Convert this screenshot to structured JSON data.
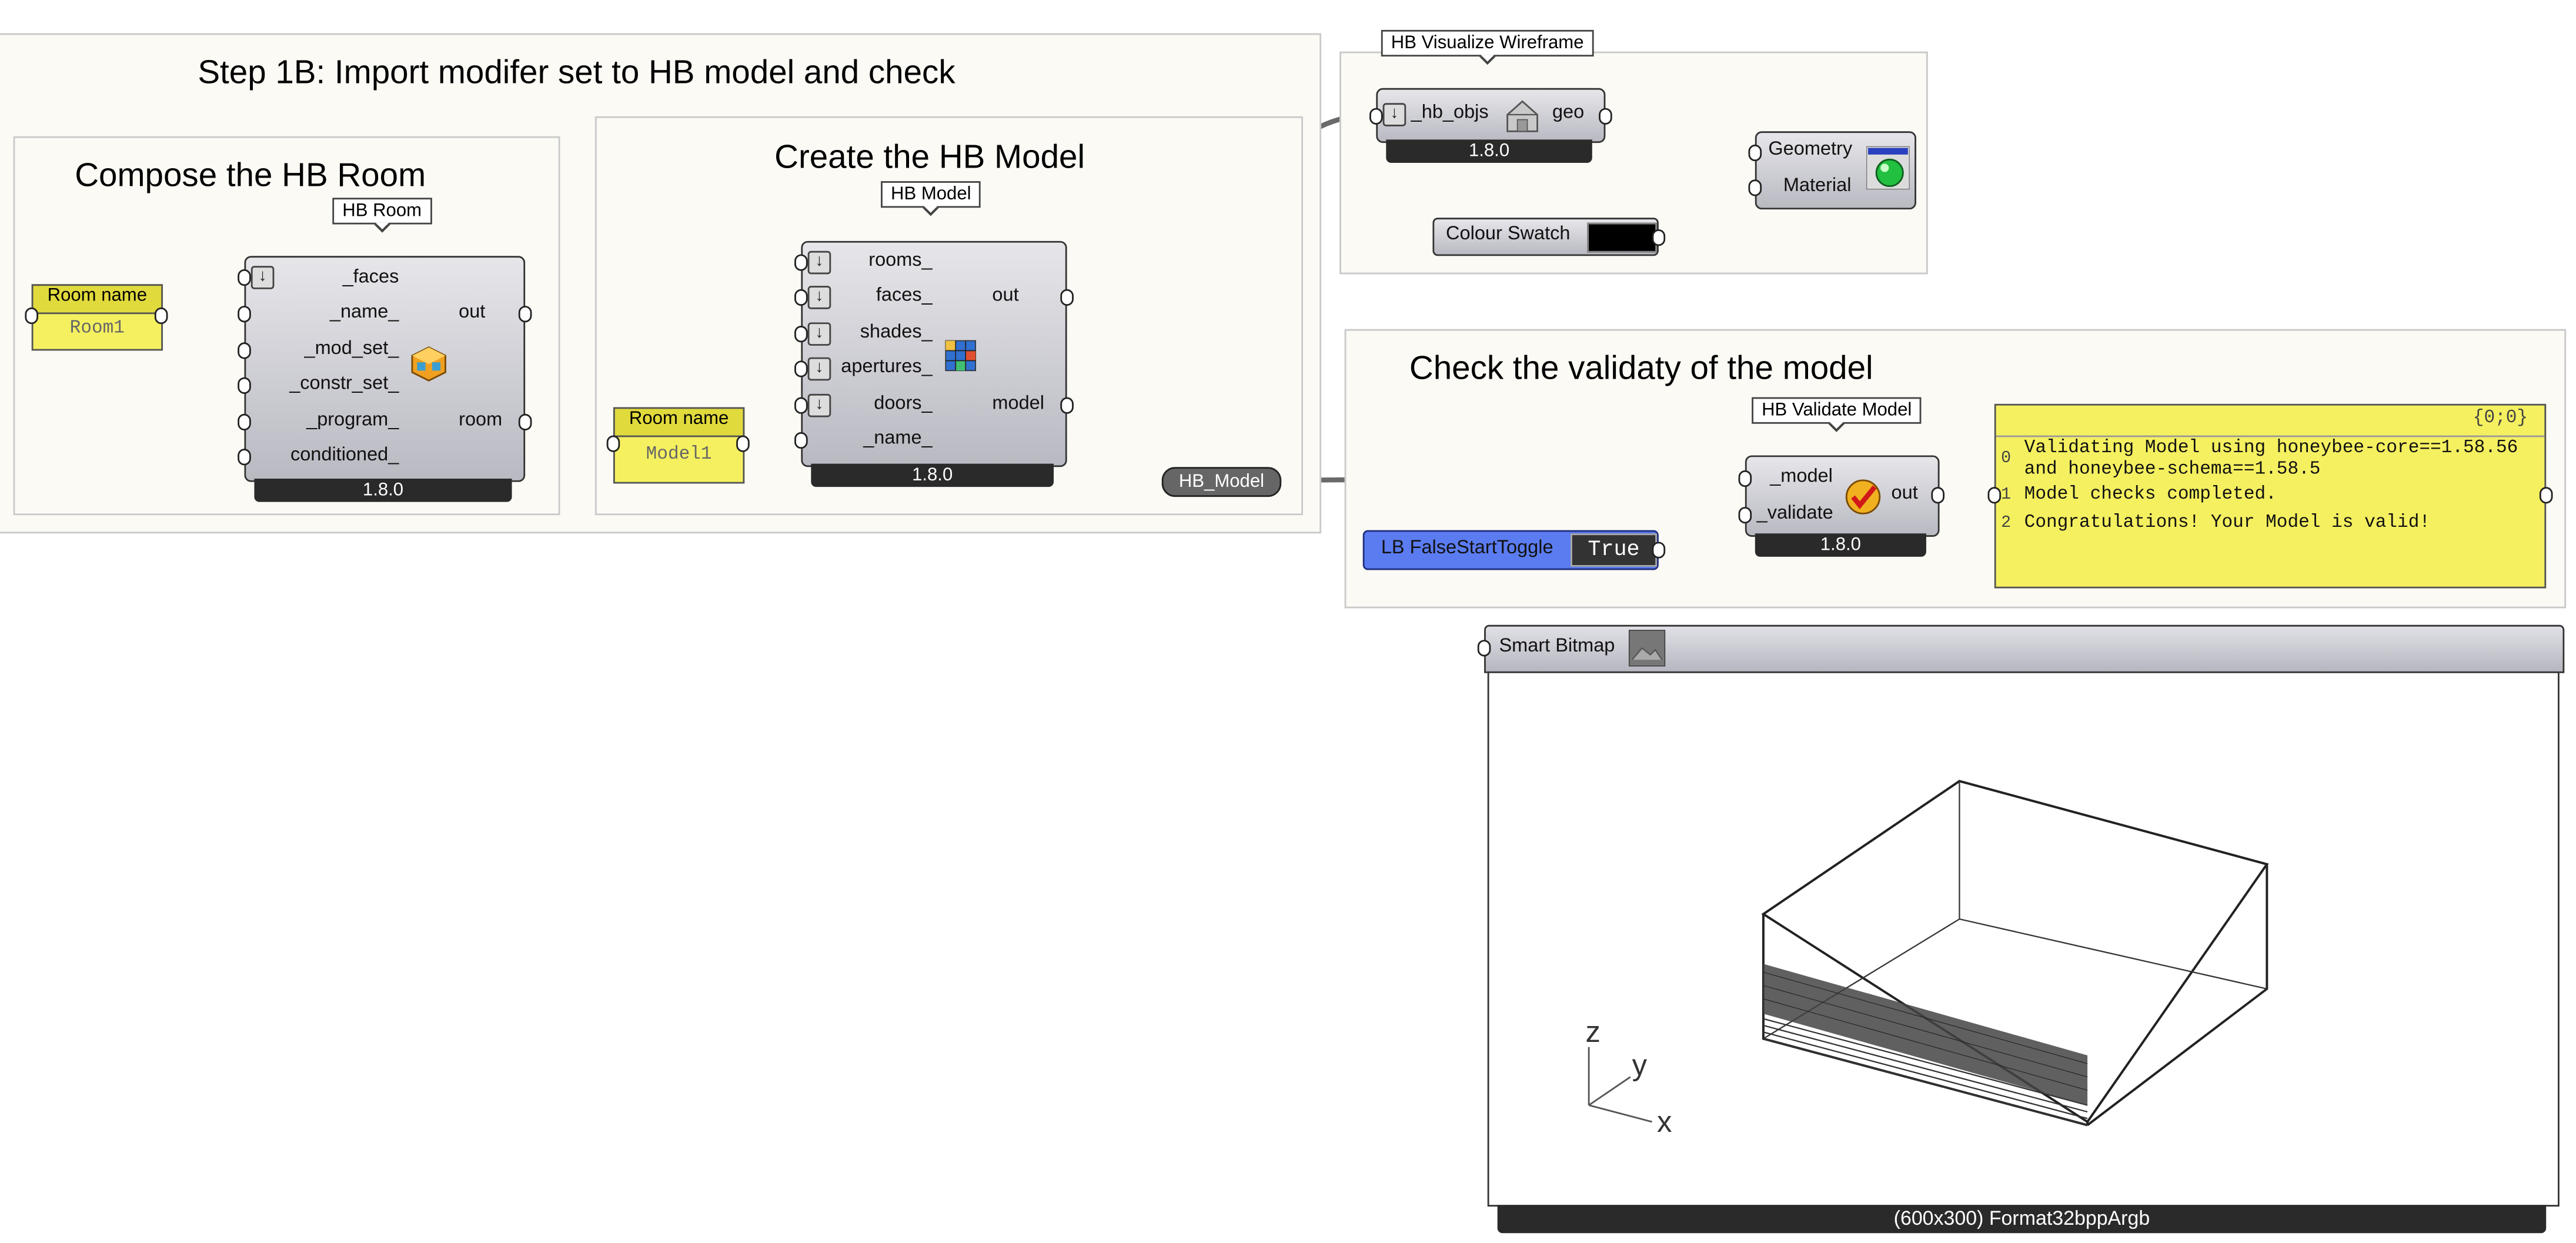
{
  "groups": {
    "step1b": {
      "title": "Step 1B: Import modifer set to HB model and check"
    },
    "compose": {
      "title": "Compose the HB Room"
    },
    "create": {
      "title": "Create the HB Model"
    },
    "check": {
      "title": "Check the validaty of the model"
    }
  },
  "hb_room": {
    "label": "HB Room",
    "inputs": [
      "_faces",
      "_name_",
      "_mod_set_",
      "_constr_set_",
      "_program_",
      "conditioned_"
    ],
    "outputs": [
      "out",
      "room"
    ],
    "version": "1.8.0",
    "icon": "hb-room-icon"
  },
  "room_name_panel": {
    "title": "Room name",
    "value": "Room1"
  },
  "hb_model": {
    "label": "HB Model",
    "inputs": [
      "rooms_",
      "faces_",
      "shades_",
      "apertures_",
      "doors_",
      "_name_"
    ],
    "outputs": [
      "out",
      "model"
    ],
    "version": "1.8.0",
    "icon": "hb-model-icon"
  },
  "model_name_panel": {
    "title": "Room name",
    "value": "Model1"
  },
  "relay": {
    "label": "HB_Model"
  },
  "hb_visualize": {
    "label": "HB Visualize Wireframe",
    "inputs": [
      "_hb_objs"
    ],
    "outputs": [
      "geo"
    ],
    "version": "1.8.0",
    "icon": "wireframe-house-icon"
  },
  "custom_preview": {
    "inputs": [
      "Geometry",
      "Material"
    ],
    "icon": "preview-sphere-icon"
  },
  "colour_swatch": {
    "label": "Colour Swatch",
    "color": "#000000"
  },
  "hb_validate": {
    "label": "HB Validate Model",
    "inputs": [
      "_model",
      "_validate"
    ],
    "outputs": [
      "out"
    ],
    "version": "1.8.0",
    "icon": "checkmark-icon"
  },
  "toggle": {
    "label": "LB FalseStartToggle",
    "value": "True"
  },
  "result_panel": {
    "path": "{0;0}",
    "lines": [
      {
        "index": "0",
        "text": "Validating Model using honeybee-core==1.58.56 and honeybee-schema==1.58.5"
      },
      {
        "index": "1",
        "text": "Model checks completed."
      },
      {
        "index": "2",
        "text": "Congratulations! Your Model is valid!"
      }
    ]
  },
  "smart_bitmap": {
    "label": "Smart Bitmap",
    "footer": "(600x300) Format32bppArgb",
    "axes": {
      "z": "z",
      "y": "y",
      "x": "x"
    }
  },
  "colors": {
    "canvas": "#ffffff",
    "group_fill": "#fbfaf5",
    "panel_yellow": "#f5f060",
    "toggle_blue": "#5b7cf0",
    "wire": "#555555"
  }
}
